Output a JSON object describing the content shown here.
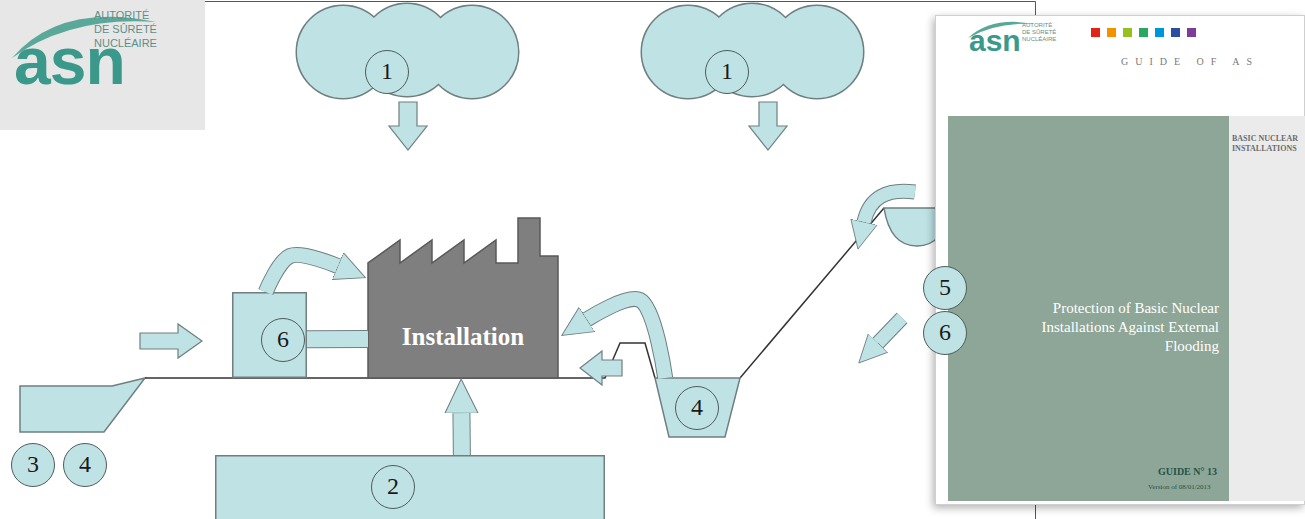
{
  "diagram": {
    "nodes": [
      {
        "text": [
          "asn",
          "AUTORITÉ DE SÛRETÉ NUCLÉAIRE"
        ]
      },
      {
        "text": [
          "1"
        ]
      },
      {
        "text": [
          "1"
        ]
      },
      {
        "text": [
          "6"
        ]
      },
      {
        "text": [
          "Installation"
        ]
      },
      {
        "text": [
          "4"
        ]
      },
      {
        "text": [
          "2"
        ]
      },
      {
        "text": [
          "3"
        ]
      },
      {
        "text": [
          "4"
        ]
      },
      {
        "text": [
          "5"
        ]
      },
      {
        "text": [
          "6"
        ]
      },
      {
        "text": [
          "asn",
          "AUTORITÉ DE SÛRETÉ NUCLÉAIRE",
          "GUIDE OF AS",
          "BASIC NUCLEAR INSTALLATIONS",
          "Protection of Basic Nuclear Installations Against External Flooding",
          "GUIDE N° 13",
          "Version of 08/01/2013"
        ]
      }
    ],
    "edges": [
      {
        "from": 3,
        "to": 4,
        "arrow": "none"
      },
      {
        "from": 3,
        "to": 4,
        "arrow": "to"
      },
      {
        "from": 6,
        "to": 4,
        "arrow": "to"
      },
      {
        "from": 5,
        "to": 4,
        "arrow": "to"
      }
    ]
  }
}
